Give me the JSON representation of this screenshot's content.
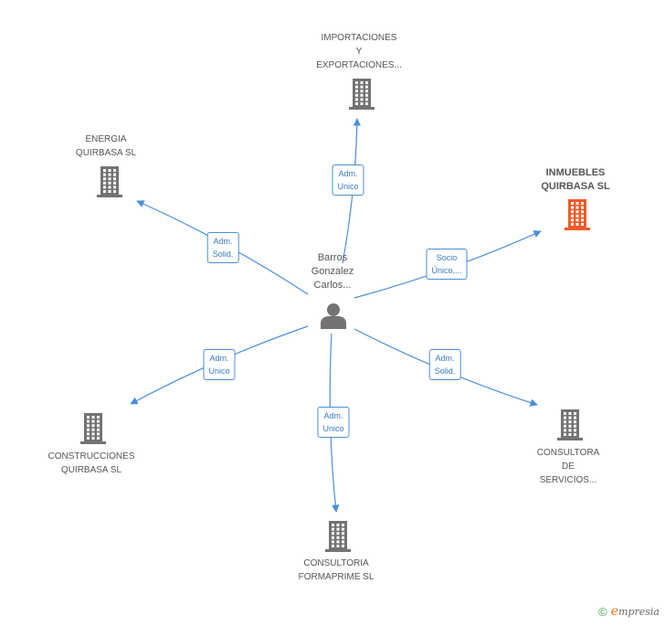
{
  "center": {
    "label": "Barros\nGonzalez\nCarlos..."
  },
  "nodes": [
    {
      "id": "importaciones",
      "label": "IMPORTACIONES\nY\nEXPORTACIONES...",
      "highlight": false
    },
    {
      "id": "energia",
      "label": "ENERGIA\nQUIRBASA SL",
      "highlight": false
    },
    {
      "id": "inmuebles",
      "label": "INMUEBLES\nQUIRBASA SL",
      "highlight": true
    },
    {
      "id": "construcciones",
      "label": "CONSTRUCCIONES\nQUIRBASA SL",
      "highlight": false
    },
    {
      "id": "consultora",
      "label": "CONSULTORA\nDE\nSERVICIOS...",
      "highlight": false
    },
    {
      "id": "formaprime",
      "label": "CONSULTORIA\nFORMAPRIME SL",
      "highlight": false
    }
  ],
  "edges": [
    {
      "to": "importaciones",
      "label": "Adm.\nUnico"
    },
    {
      "to": "energia",
      "label": "Adm.\nSolid."
    },
    {
      "to": "inmuebles",
      "label": "Socio\nÚnico,..."
    },
    {
      "to": "construcciones",
      "label": "Adm.\nUnico"
    },
    {
      "to": "consultora",
      "label": "Adm.\nSolid."
    },
    {
      "to": "formaprime",
      "label": "Adm.\nUnico"
    }
  ],
  "colors": {
    "edge": "#4a90d9",
    "building": "#737373",
    "building_highlight": "#f05a28",
    "person": "#737373"
  },
  "footer": {
    "copyright": "©",
    "brand_initial": "e",
    "brand_rest": "mpresia"
  }
}
